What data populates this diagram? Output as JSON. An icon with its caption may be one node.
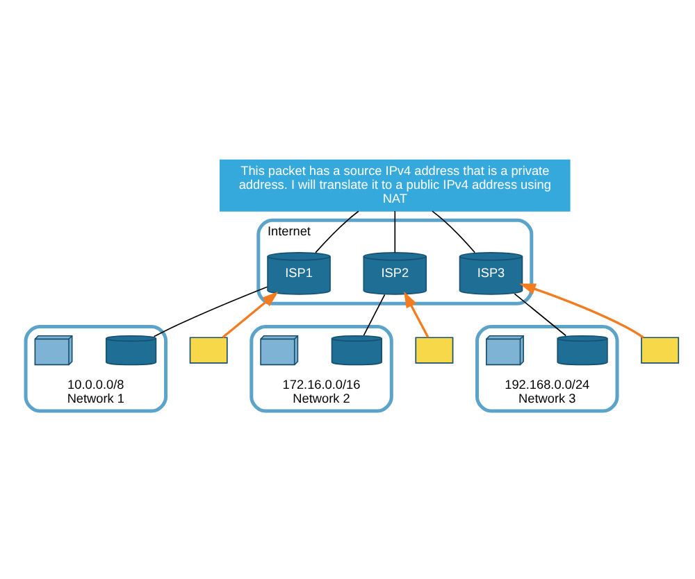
{
  "diagram": {
    "nodes": [
      {
        "text": [
          "Internet"
        ]
      },
      {
        "text": [
          "ISP1"
        ],
        "in": 0
      },
      {
        "text": [
          "ISP2"
        ],
        "in": 0
      },
      {
        "text": [
          "ISP3"
        ],
        "in": 0
      },
      {
        "text": [
          "This packet has a source IPv4 address that is a private address. I will translate it to a public IPv4 address using NAT"
        ]
      },
      {
        "text": [
          "10.0.0.0/8",
          "Network 1"
        ]
      },
      {
        "text": [],
        "shape": "cylinder",
        "in": 5
      },
      {
        "text": [],
        "shape": "computer",
        "in": 5
      },
      {
        "text": [
          "172.16.0.0/16",
          "Network 2"
        ]
      },
      {
        "text": [],
        "shape": "cylinder",
        "in": 8
      },
      {
        "text": [],
        "shape": "computer",
        "in": 8
      },
      {
        "text": [
          "192.168.0.0/24",
          "Network 3"
        ]
      },
      {
        "text": [],
        "shape": "cylinder",
        "in": 11
      },
      {
        "text": [],
        "shape": "computer",
        "in": 11
      },
      {
        "text": [],
        "shape": "envelope"
      },
      {
        "text": [],
        "shape": "envelope"
      },
      {
        "text": [],
        "shape": "envelope"
      }
    ],
    "edges": [
      {
        "from": 4,
        "to": 1,
        "arrow": "none"
      },
      {
        "from": 4,
        "to": 2,
        "arrow": "none"
      },
      {
        "from": 4,
        "to": 3,
        "arrow": "none"
      },
      {
        "from": 6,
        "to": 1,
        "arrow": "none"
      },
      {
        "from": 9,
        "to": 2,
        "arrow": "none"
      },
      {
        "from": 12,
        "to": 3,
        "arrow": "none"
      },
      {
        "from": 14,
        "to": 1,
        "arrow": "to",
        "color": "#f47c20"
      },
      {
        "from": 15,
        "to": 2,
        "arrow": "to",
        "color": "#f47c20"
      },
      {
        "from": 16,
        "to": 3,
        "arrow": "to",
        "color": "#f47c20"
      }
    ]
  }
}
